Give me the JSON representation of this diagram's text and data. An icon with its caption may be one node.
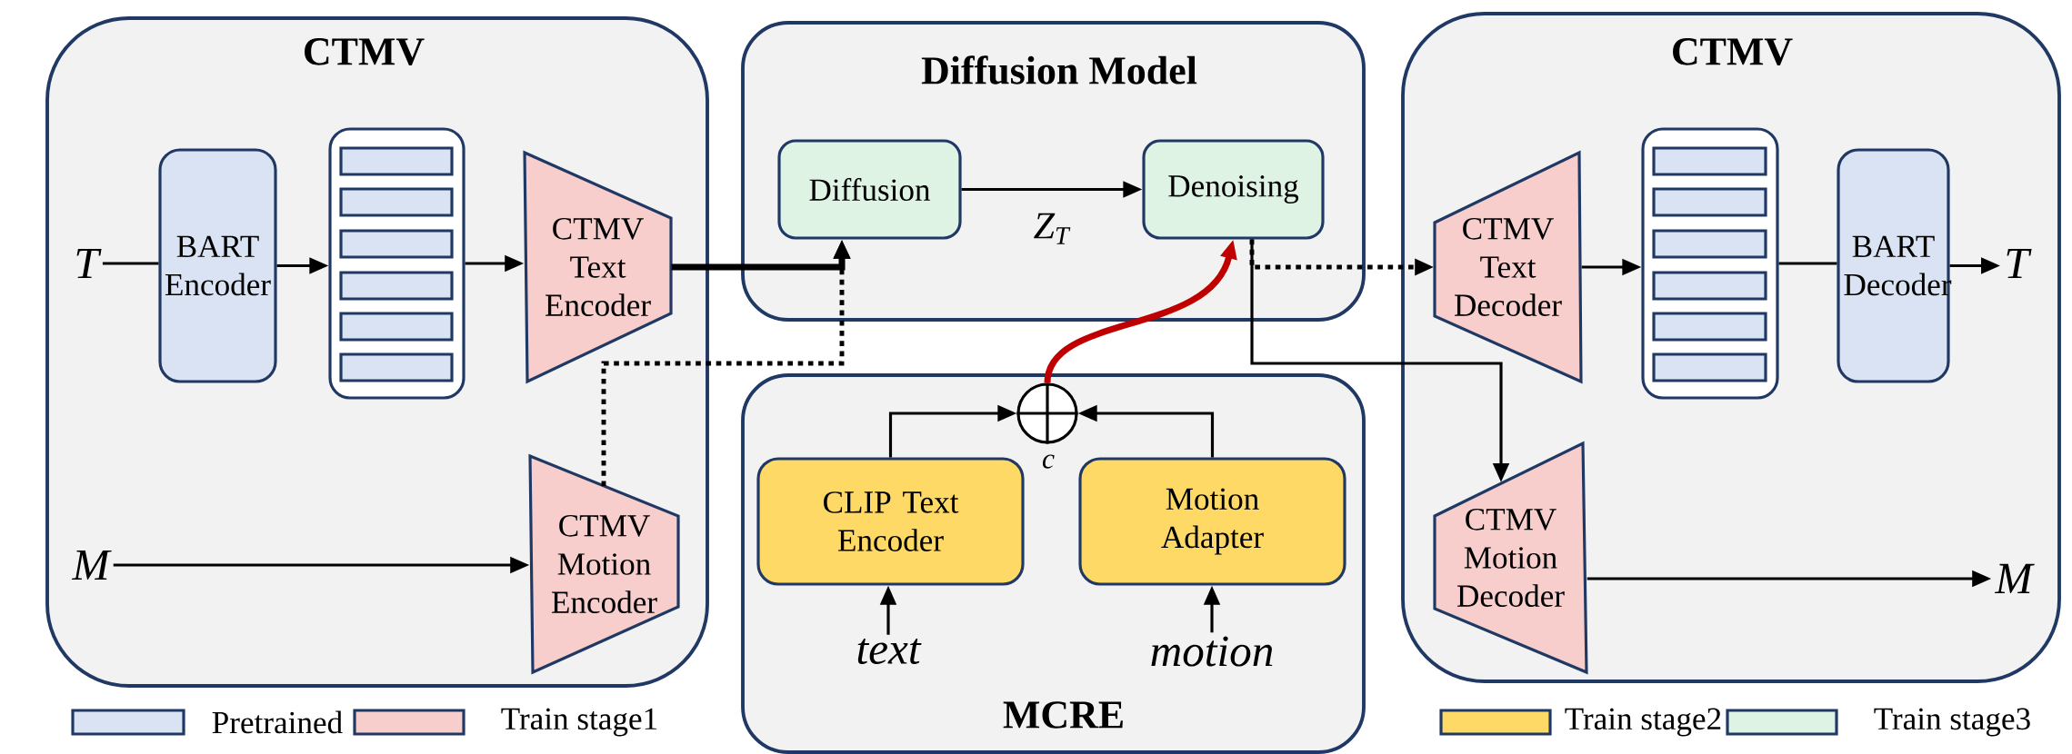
{
  "diagram": {
    "nodes": [
      {
        "text": [
          "CTMV"
        ]
      },
      {
        "text": [
          "BART Encoder"
        ],
        "in": 0
      },
      {
        "text": [],
        "shape": "box",
        "in": 0
      },
      {
        "text": [
          "CTMV Text Encoder"
        ],
        "in": 0
      },
      {
        "text": [
          "T"
        ],
        "in": 0
      },
      {
        "text": [
          "M"
        ],
        "in": 0
      },
      {
        "text": [
          "CTMV Motion Encoder"
        ],
        "in": 0
      },
      {
        "text": [
          "Diffusion Model"
        ]
      },
      {
        "text": [
          "Diffusion"
        ],
        "in": 7
      },
      {
        "text": [
          "Denoising"
        ],
        "in": 7
      },
      {
        "text": [
          "MCRE"
        ]
      },
      {
        "text": [],
        "shape": "circle",
        "in": 10,
        "beside": [
          "c"
        ]
      },
      {
        "text": [
          "CLIP Text Encoder"
        ],
        "in": 10
      },
      {
        "text": [
          "Motion Adapter"
        ],
        "in": 10
      },
      {
        "text": [
          "text"
        ],
        "in": 10
      },
      {
        "text": [
          "motion"
        ],
        "in": 10
      },
      {
        "text": [
          "CTMV"
        ]
      },
      {
        "text": [
          "CTMV Text Decoder"
        ],
        "in": 16
      },
      {
        "text": [],
        "shape": "box",
        "in": 16
      },
      {
        "text": [
          "BART Decoder"
        ],
        "in": 16
      },
      {
        "text": [
          "T"
        ],
        "in": 16
      },
      {
        "text": [
          "CTMV Motion Decoder"
        ],
        "in": 16
      },
      {
        "text": [
          "M"
        ],
        "in": 16
      }
    ],
    "edges": [
      {
        "from": 4,
        "to": 1,
        "arrow": "none"
      },
      {
        "from": 1,
        "to": 2,
        "arrow": "to"
      },
      {
        "from": 2,
        "to": 3,
        "arrow": "to"
      },
      {
        "from": 3,
        "to": 8,
        "arrow": "to",
        "style": "thick"
      },
      {
        "from": 6,
        "to": 8,
        "arrow": "to",
        "style": "dashed"
      },
      {
        "from": 5,
        "to": 6,
        "arrow": "to"
      },
      {
        "from": 8,
        "to": 9,
        "arrow": "to",
        "label": "Z$_{T}$"
      },
      {
        "from": 11,
        "to": 9,
        "arrow": "to",
        "color": "#c00000",
        "style": "thick"
      },
      {
        "from": 12,
        "to": 11,
        "arrow": "to"
      },
      {
        "from": 13,
        "to": 11,
        "arrow": "to"
      },
      {
        "from": 14,
        "to": 12,
        "arrow": "to"
      },
      {
        "from": 15,
        "to": 13,
        "arrow": "to"
      },
      {
        "from": 9,
        "to": 17,
        "arrow": "to",
        "style": "dashed"
      },
      {
        "from": 9,
        "to": 21,
        "arrow": "to"
      },
      {
        "from": 17,
        "to": 18,
        "arrow": "to"
      },
      {
        "from": 18,
        "to": 19,
        "arrow": "none"
      },
      {
        "from": 19,
        "to": 20,
        "arrow": "to"
      },
      {
        "from": 21,
        "to": 22,
        "arrow": "to"
      }
    ],
    "legend": [
      {
        "text": "Pretrained",
        "color": "#dae3f3"
      },
      {
        "text": "Train stage1",
        "color": "#f8cecc"
      },
      {
        "text": "Train stage2",
        "color": "#ffd966"
      },
      {
        "text": "Train stage3",
        "color": "#dff3e4"
      }
    ]
  }
}
